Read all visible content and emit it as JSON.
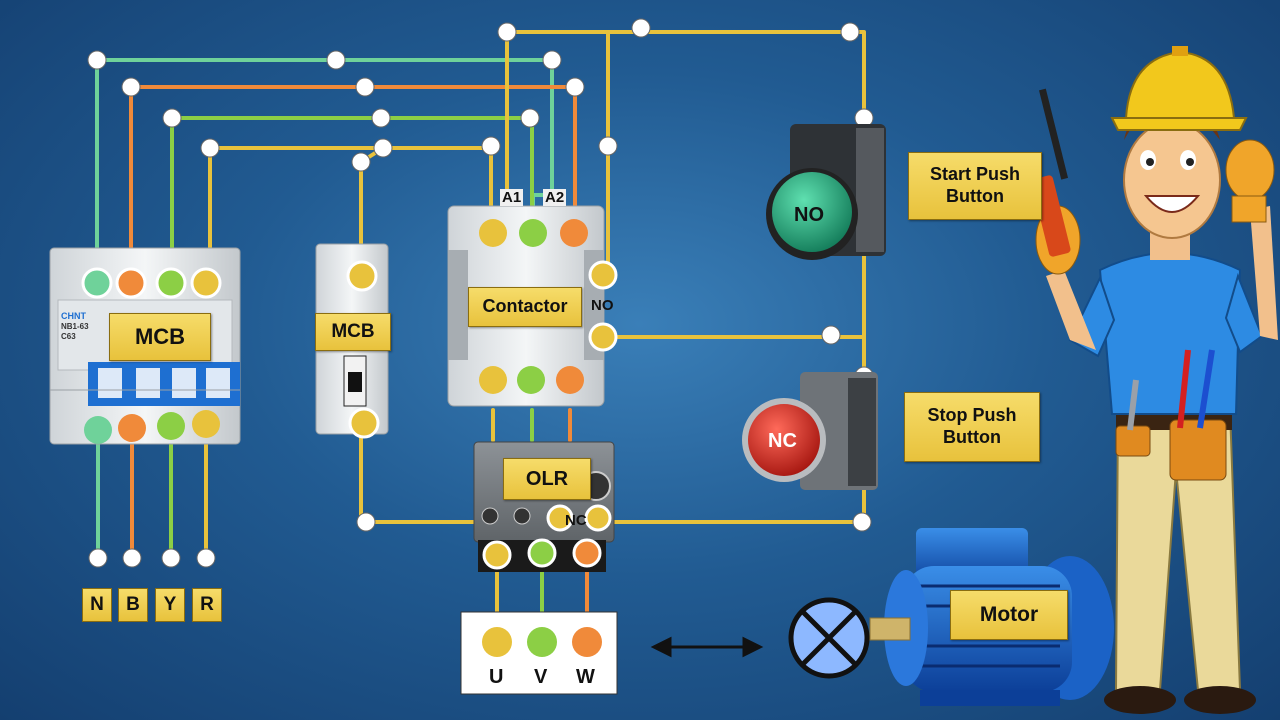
{
  "labels": {
    "mcb_main": "MCB",
    "mcb_small": "MCB",
    "contactor": "Contactor",
    "contactor_no": "NO",
    "coil_a1": "A1",
    "coil_a2": "A2",
    "olr": "OLR",
    "olr_nc": "NC",
    "start_button": "Start Push Button",
    "stop_button": "Stop Push Button",
    "start_button_face": "NO",
    "stop_button_face": "NC",
    "motor": "Motor"
  },
  "supply_terminals": [
    "N",
    "B",
    "Y",
    "R"
  ],
  "motor_terminals": [
    "U",
    "V",
    "W"
  ],
  "device_text": {
    "mcb_brand": "CHNT",
    "mcb_model": "NB1-63",
    "mcb_rating": "C63"
  },
  "colors": {
    "neutral": "#6fd29a",
    "blue_phase": "#f08a3a",
    "yellow_phase": "#8ccf45",
    "red_phase": "#e8c23c",
    "control": "#e8c23c",
    "label_bg": "#edc94a",
    "background": "#215b92"
  },
  "icons": [
    "start-push-button-icon",
    "stop-push-button-icon",
    "motor-icon",
    "lamp-symbol-icon",
    "double-arrow-icon",
    "electrician-icon"
  ]
}
